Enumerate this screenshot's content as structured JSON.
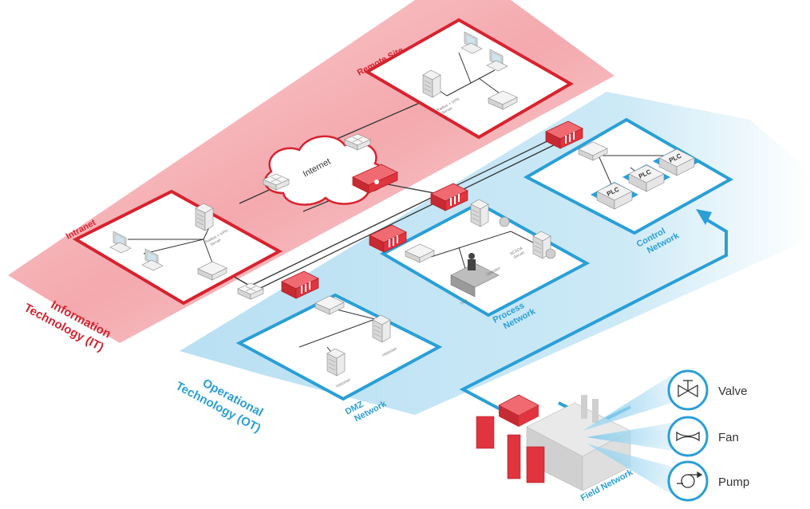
{
  "zones": {
    "it": {
      "line1": "Information",
      "line2": "Technology (IT)",
      "color": "#d7232f"
    },
    "ot": {
      "line1": "Operational",
      "line2": "Technology (OT)",
      "color": "#2a9fd6"
    }
  },
  "networks": {
    "remote_site": "Remote Site",
    "intranet": "Intranet",
    "internet": "Internet",
    "process": {
      "line1": "Process",
      "line2": "Network"
    },
    "control": {
      "line1": "Control",
      "line2": "Network"
    },
    "dmz": {
      "line1": "DMZ",
      "line2": "Network"
    },
    "field": "Field Network"
  },
  "devices": {
    "radius_vpn_line1": "Radius + VPN",
    "radius_vpn_line2": "Server",
    "scada_line1": "SCADA",
    "scada_line2": "Server",
    "operator": "Operator",
    "hmi": "HMI",
    "historian": "Historian",
    "plc": "PLC"
  },
  "field_devices": [
    {
      "label": "Valve",
      "icon": "valve-icon"
    },
    {
      "label": "Fan",
      "icon": "fan-icon"
    },
    {
      "label": "Pump",
      "icon": "pump-icon"
    }
  ],
  "colors": {
    "it_zone": "#f6b9bd",
    "ot_zone": "#bfe3f4",
    "firewall": "#e0343e",
    "network_box_it": "#d7232f",
    "network_box_ot": "#2a9fd6"
  }
}
